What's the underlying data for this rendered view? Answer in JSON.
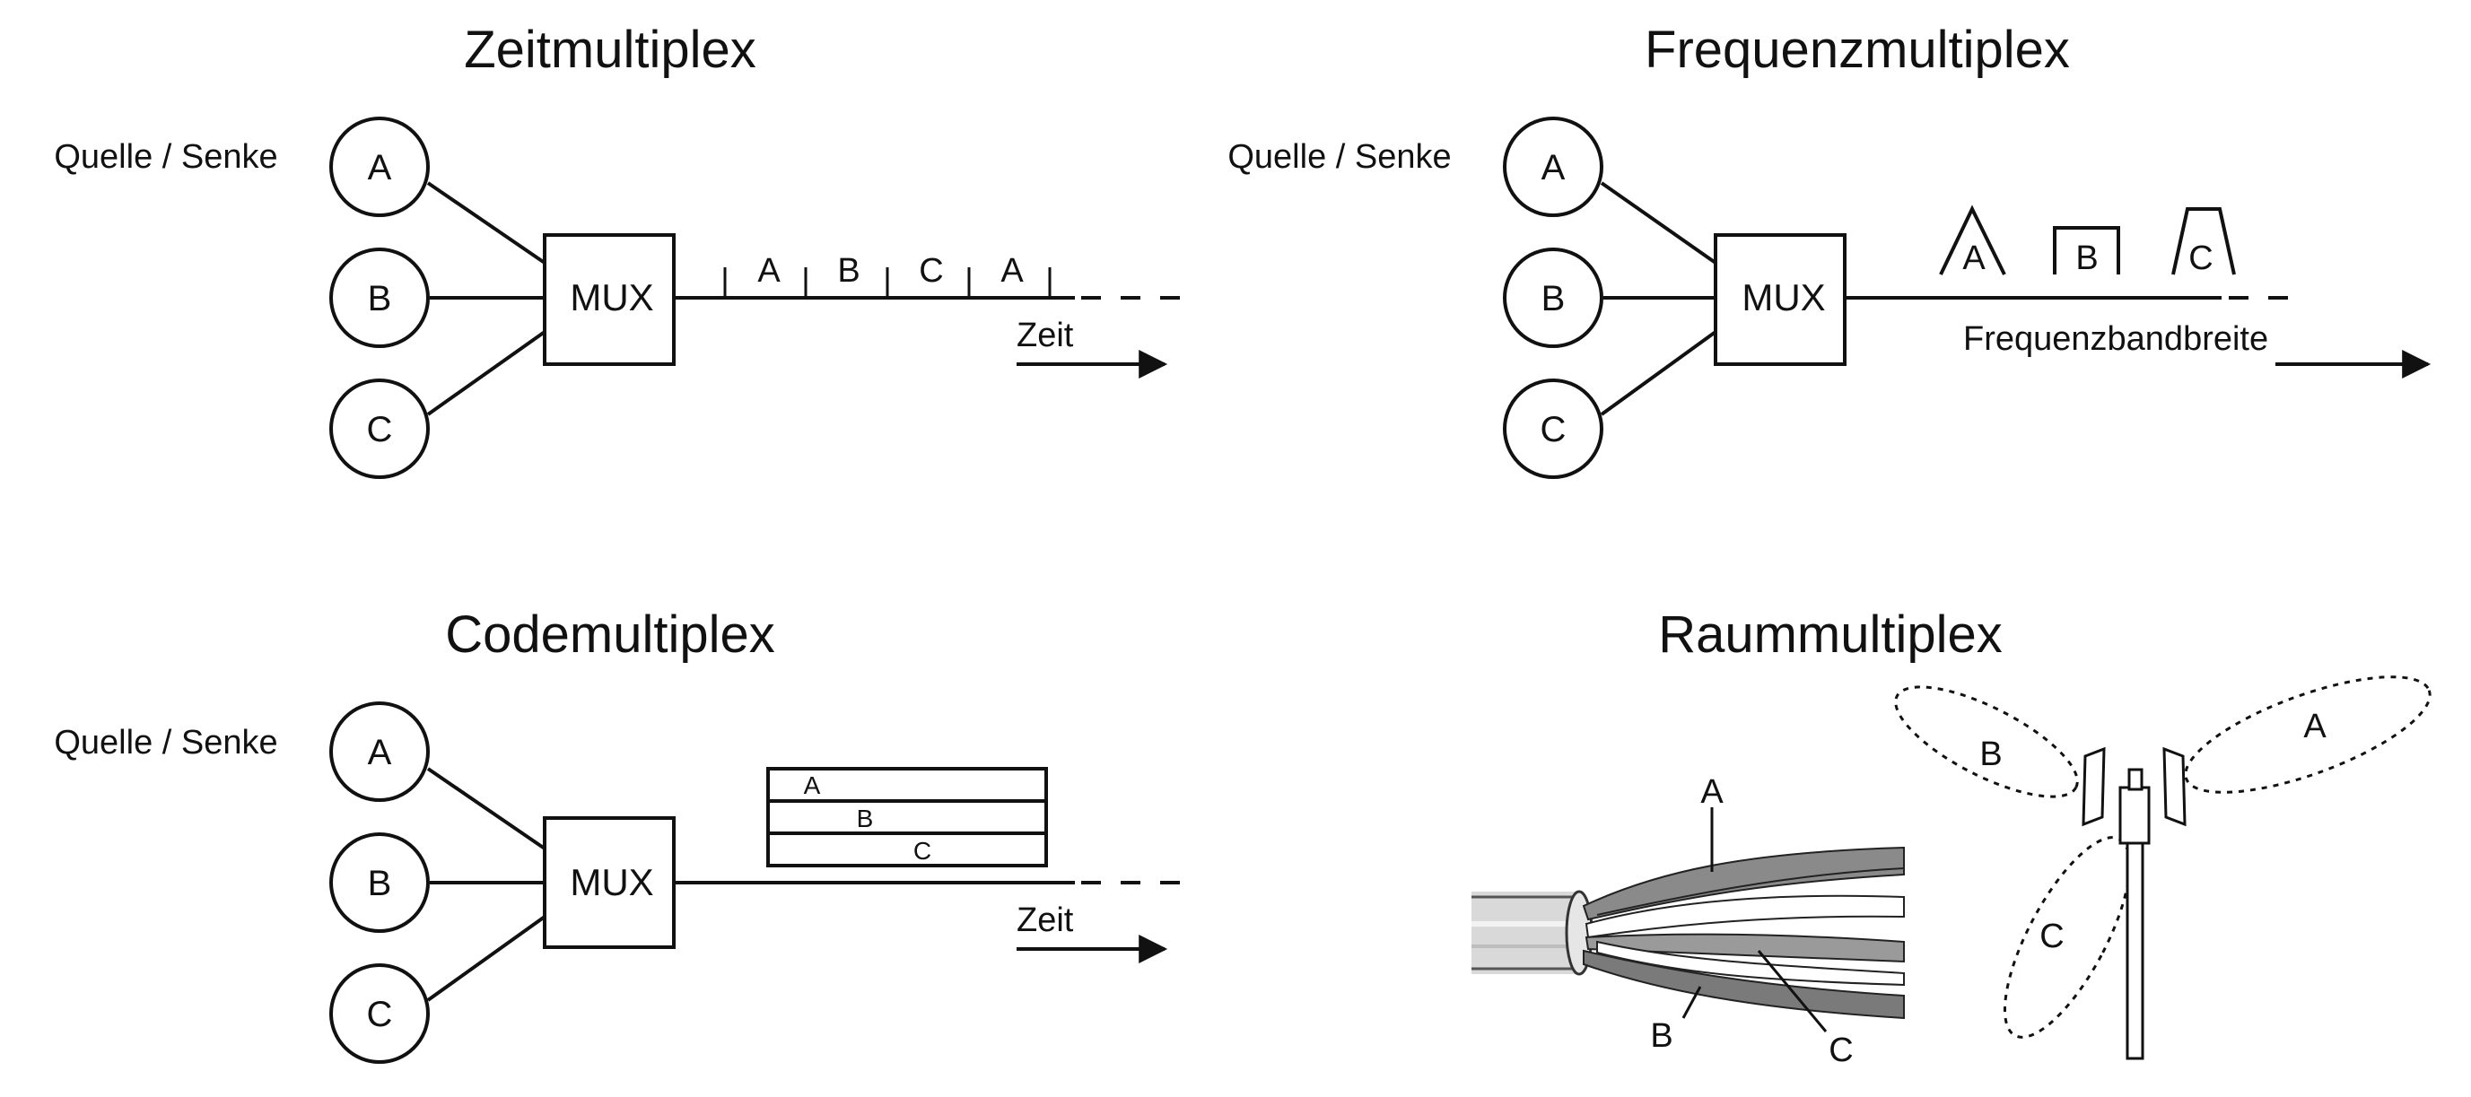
{
  "panels": {
    "time": {
      "title": "Zeitmultiplex",
      "source_label": "Quelle / Senke",
      "nodes": [
        "A",
        "B",
        "C"
      ],
      "mux": "MUX",
      "slots": [
        "A",
        "B",
        "C",
        "A"
      ],
      "axis_label": "Zeit"
    },
    "frequency": {
      "title": "Frequenzmultiplex",
      "source_label": "Quelle / Senke",
      "nodes": [
        "A",
        "B",
        "C"
      ],
      "mux": "MUX",
      "bands": [
        "A",
        "B",
        "C"
      ],
      "axis_label": "Frequenzbandbreite"
    },
    "code": {
      "title": "Codemultiplex",
      "source_label": "Quelle / Senke",
      "nodes": [
        "A",
        "B",
        "C"
      ],
      "mux": "MUX",
      "codes": [
        "A",
        "B",
        "C"
      ],
      "axis_label": "Zeit"
    },
    "space": {
      "title": "Raummultiplex",
      "cable_labels": [
        "A",
        "B",
        "C"
      ],
      "antenna_labels": [
        "A",
        "B",
        "C"
      ]
    }
  }
}
